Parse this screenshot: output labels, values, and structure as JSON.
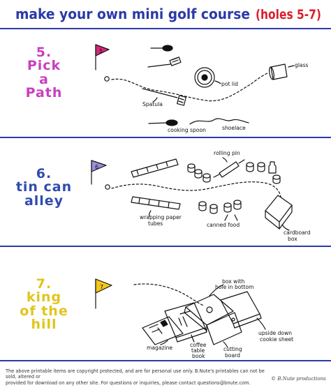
{
  "header": {
    "title_main": "make your own mini golf course",
    "title_holes": "(holes 5-7)"
  },
  "colors": {
    "title_blue": "#2b3aa8",
    "title_red": "#d8202c",
    "hole5": "#c93fbf",
    "hole6": "#2f4bb0",
    "hole7": "#e1c51c",
    "flag5": "#d6297a",
    "flag6": "#9a8fd8",
    "flag7": "#f4c81a"
  },
  "holes": [
    {
      "number": "5.",
      "name_lines": [
        "Pick",
        "a",
        "Path"
      ],
      "flag_number": "5",
      "labels": {
        "pot_lid": "pot lid",
        "glass": "glass",
        "spatula": "Spatula",
        "cooking_spoon": "cooking spoon",
        "shoelace": "shoelace"
      }
    },
    {
      "number": "6.",
      "name_lines": [
        "tin can",
        "alley"
      ],
      "flag_number": "6",
      "labels": {
        "rolling_pin": "rolling pin",
        "wrapping_paper_tubes_1": "wrapping paper",
        "wrapping_paper_tubes_2": "tubes",
        "canned_food": "canned food",
        "cardboard_box_1": "cardboard",
        "cardboard_box_2": "box"
      }
    },
    {
      "number": "7.",
      "name_lines": [
        "king",
        "of the",
        "hill"
      ],
      "flag_number": "7",
      "labels": {
        "box_with_hole_1": "box with",
        "box_with_hole_2": "hole in bottom",
        "upside_down_1": "upside down",
        "upside_down_2": "cookie sheet",
        "magazine": "magazine",
        "coffee_1": "coffee",
        "coffee_2": "table",
        "coffee_3": "book",
        "cutting_1": "cutting",
        "cutting_2": "board"
      }
    }
  ],
  "footer": {
    "line1": "The above printable items are copyright protected, and are for personal use only. B.Nute's printables can not be sold, altered or",
    "line2": "provided for download on any other site. For questions or inquiries, please contact questions@bnute.com.",
    "brand": "© B.Nute productions"
  }
}
